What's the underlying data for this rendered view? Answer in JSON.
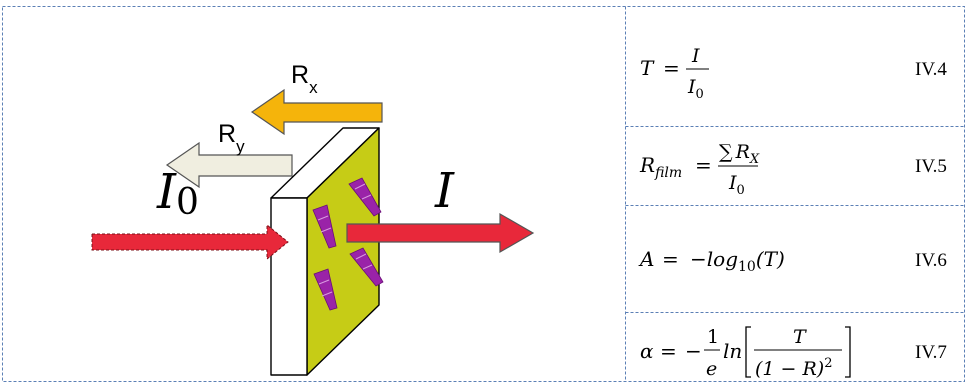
{
  "diagram": {
    "labels": {
      "rx": "R",
      "rx_sub": "x",
      "ry": "R",
      "ry_sub": "y",
      "i0": "I",
      "i0_sub": "0",
      "i": "I"
    }
  },
  "equations": [
    {
      "number": "IV.4",
      "parts": {
        "lhs": "T",
        "eq": "=",
        "num": "I",
        "den": "I",
        "den_sub": "0"
      }
    },
    {
      "number": "IV.5",
      "parts": {
        "lhs": "R",
        "lhs_sub": "film",
        "eq": "=",
        "num_sum": "∑",
        "num": "R",
        "num_sub": "X",
        "den": "I",
        "den_sub": "0"
      }
    },
    {
      "number": "IV.6",
      "parts": {
        "lhs": "A",
        "eq": "=",
        "rhs": "−log",
        "rhs_sub": "10",
        "arg": "(T)"
      }
    },
    {
      "number": "IV.7",
      "parts": {
        "lhs": "α",
        "eq": "=",
        "minus": "−",
        "frac_num": "1",
        "frac_den": "e",
        "ln": "ln",
        "num": "T",
        "den": "(1 − R)",
        "den_sup": "2"
      }
    }
  ],
  "colors": {
    "frame_dash": "#5b7fb5",
    "film_face": "#c6cc16",
    "arrow_red": "#e8283a",
    "arrow_orange": "#f5b40b",
    "arrow_beige": "#f0eee0",
    "cone_purple": "#9a23a8"
  }
}
